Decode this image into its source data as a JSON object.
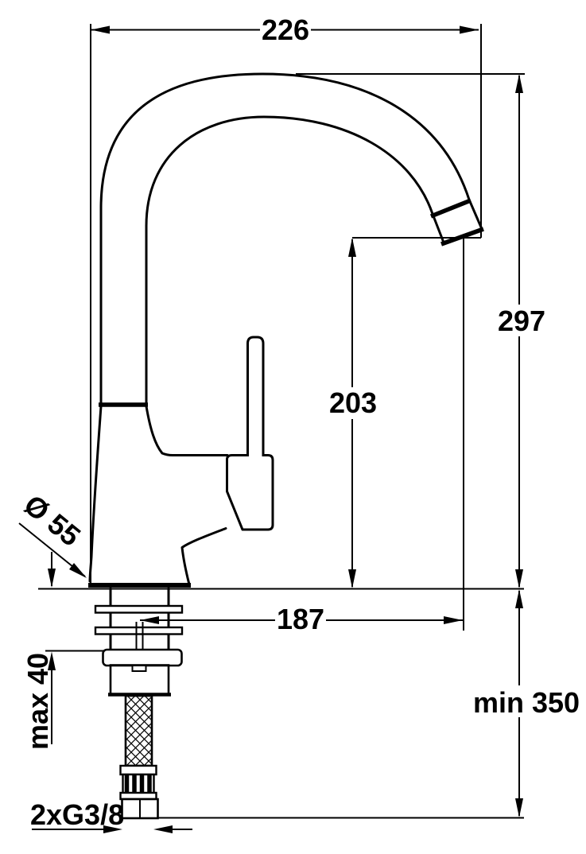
{
  "page": {
    "background_color": "#ffffff",
    "line_color": "#000000",
    "drawing_type": "technical-dimension-drawing",
    "subject": "single-lever kitchen mixer tap, side view with mounting shank and flexible supply hose"
  },
  "dimensions": {
    "spout_span": {
      "label": "226"
    },
    "total_height": {
      "label": "297"
    },
    "outlet_height": {
      "label": "203"
    },
    "outlet_reach": {
      "label": "187"
    },
    "base_diameter": {
      "label": "Ø 55"
    },
    "max_counter_thickness": {
      "label": "max 40"
    },
    "min_hose_clearance": {
      "label": "min 350"
    },
    "hose_connection": {
      "label": "2xG3/8"
    }
  }
}
